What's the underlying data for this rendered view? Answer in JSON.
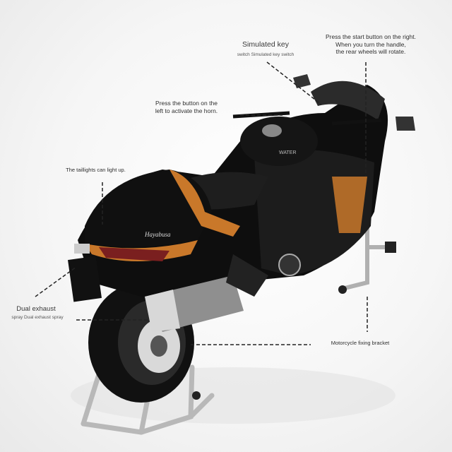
{
  "callouts": {
    "simulated_key": {
      "title": "Simulated key",
      "subtitle": "switch Simulated key switch"
    },
    "start_button": {
      "line1": "Press the start button on the right.",
      "line2": "When you turn the handle,",
      "line3": "the rear wheels will rotate."
    },
    "horn": {
      "line1": "Press the button on the",
      "line2": "left to activate the horn."
    },
    "taillights": {
      "text": "The taillights can light up."
    },
    "dual_exhaust": {
      "title": "Dual exhaust",
      "subtitle": "spray Dual exhaust spray"
    },
    "bracket": {
      "text": "Motorcycle fixing bracket"
    }
  },
  "product": {
    "tank_text": "WATER",
    "tail_badge": "Hayabusa",
    "colors": {
      "body": "#0d0d0d",
      "accent": "#c9782a",
      "chrome": "#c8c8c8",
      "stand": "#b5b5b5"
    }
  }
}
